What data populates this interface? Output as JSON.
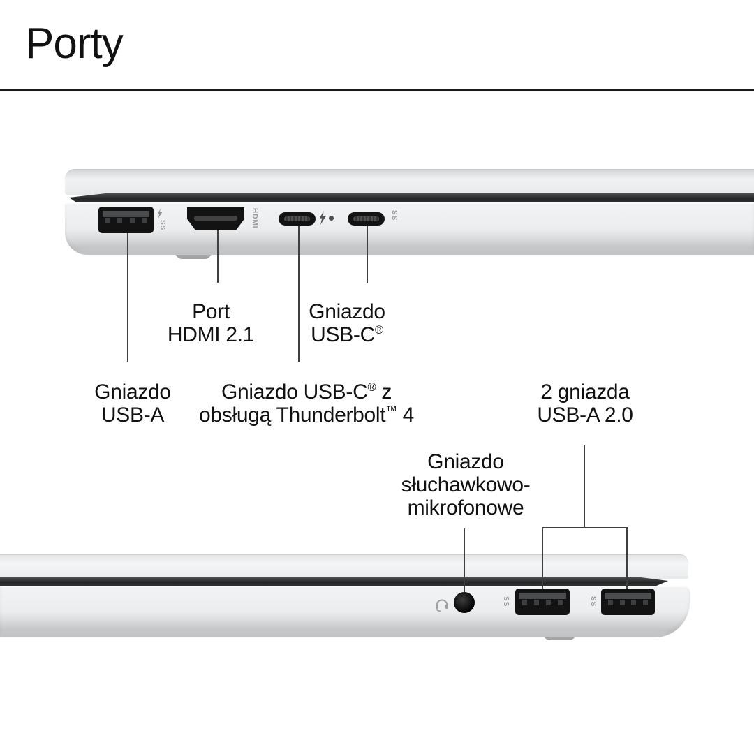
{
  "header": {
    "title": "Porty"
  },
  "colors": {
    "background": "#ffffff",
    "text": "#111111",
    "callout_line": "#3f3f3f",
    "laptop_silver": "#e9ebec",
    "port_black": "#131313",
    "marking_gray": "#97999b"
  },
  "markings": {
    "hdmi": "HDMI",
    "usb_ss": "SS"
  },
  "callouts": {
    "hdmi": {
      "line1": "Port",
      "line2": "HDMI 2.1"
    },
    "usb_c": {
      "line1": "Gniazdo",
      "line2": "USB-C",
      "line2_sup": "®"
    },
    "usb_a": {
      "line1": "Gniazdo",
      "line2": "USB-A"
    },
    "usb_c_tb": {
      "line1": "Gniazdo USB-C",
      "line1_sup": "®",
      "line1_end": " z",
      "line2": "obsługą Thunderbolt",
      "line2_sup": "™",
      "line2_end": " 4"
    },
    "usb_a_2": {
      "line1": "2 gniazda",
      "line2": "USB-A 2.0"
    },
    "headset": {
      "line1": "Gniazdo",
      "line2": "słuchawkowo-",
      "line3": "mikrofonowe"
    }
  }
}
